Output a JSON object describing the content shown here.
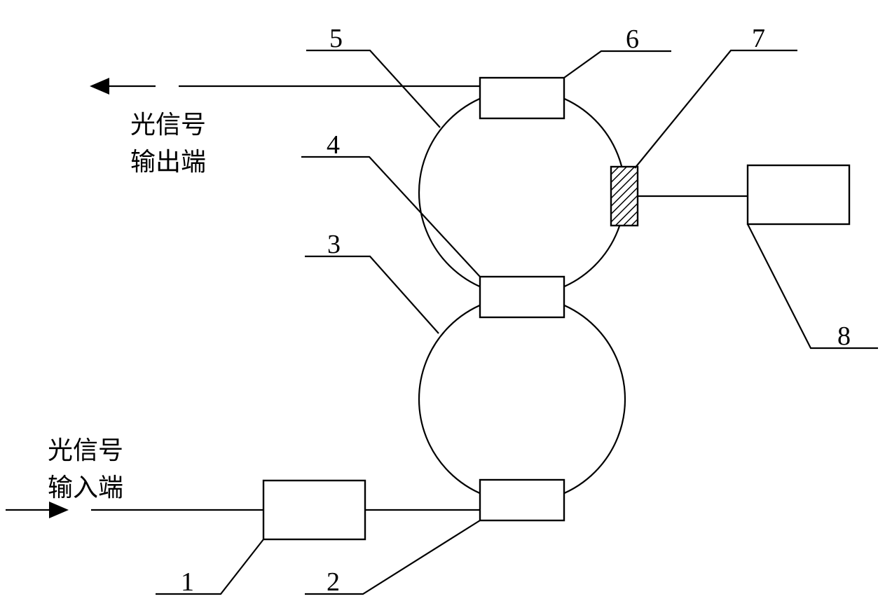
{
  "labels": {
    "n1": "1",
    "n2": "2",
    "n3": "3",
    "n4": "4",
    "n5": "5",
    "n6": "6",
    "n7": "7",
    "n8": "8"
  },
  "output": {
    "line1": "光信号",
    "line2": "输出端"
  },
  "input": {
    "line1": "光信号",
    "line2": "输入端"
  }
}
